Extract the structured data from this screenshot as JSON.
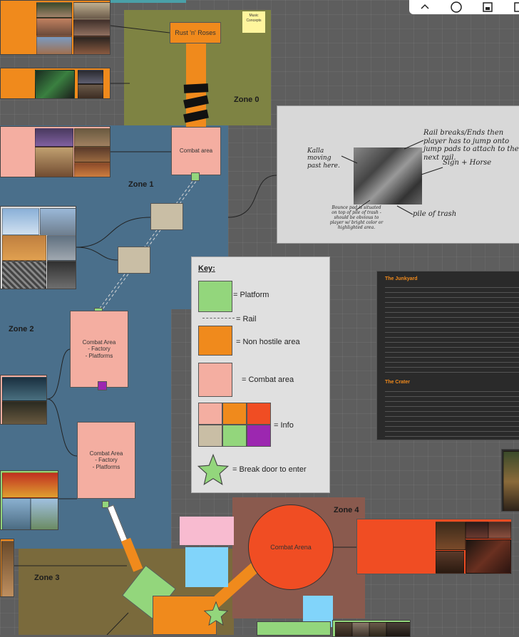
{
  "zones": {
    "zone0": "Zone 0",
    "zone1": "Zone 1",
    "zone2": "Zone 2",
    "zone3": "Zone 3",
    "zone4": "Zone 4"
  },
  "nodes": {
    "rust_n_roses": "Rust 'n' Roses",
    "combat_area": "Combat area",
    "combat_area_factory_1": "Combat Area\n- Factory\n- Platforms",
    "combat_area_factory_2": "Combat Area\n- Factory\n- Platforms",
    "combat_arena": "Combat Arena"
  },
  "sticky_notes": {
    "music_concepts": "Music\nConcepts"
  },
  "key": {
    "title": "Key:",
    "platform": "= Platform",
    "rail": "= Rail",
    "non_hostile": "= Non hostile area",
    "combat": "= Combat area",
    "info": "= Info",
    "break_door": "= Break door to enter",
    "info_colors": [
      "#f4aea1",
      "#f08a1c",
      "#f04d23",
      "#c9bea5",
      "#93d67c",
      "#9c27b0"
    ]
  },
  "sketch": {
    "annotation_top_right": "Rail breaks/Ends then player has to jump onto jump pads to attach to the next rail.",
    "annotation_left": "Kalla moving past here.",
    "annotation_right": "Sign + Horse",
    "annotation_bottom_left": "Bounce pad is situated on top of pile of trash - should be obvious to player w/ bright color or highlighted area.",
    "annotation_bottom_right": "pile of trash"
  },
  "document_panel": {
    "heading1": "The Junkyard",
    "heading2": "The Crater"
  },
  "colors": {
    "zone0_bg": "#7e8343",
    "zone1_bg": "#4a6f8b",
    "zone2_bg": "#4a6f8b",
    "zone3_bg": "#7a6a3c",
    "zone4_bg": "#8a5a4e",
    "platform": "#93d67c",
    "non_hostile": "#f08a1c",
    "combat": "#f4aea1",
    "arena": "#f04d23"
  }
}
